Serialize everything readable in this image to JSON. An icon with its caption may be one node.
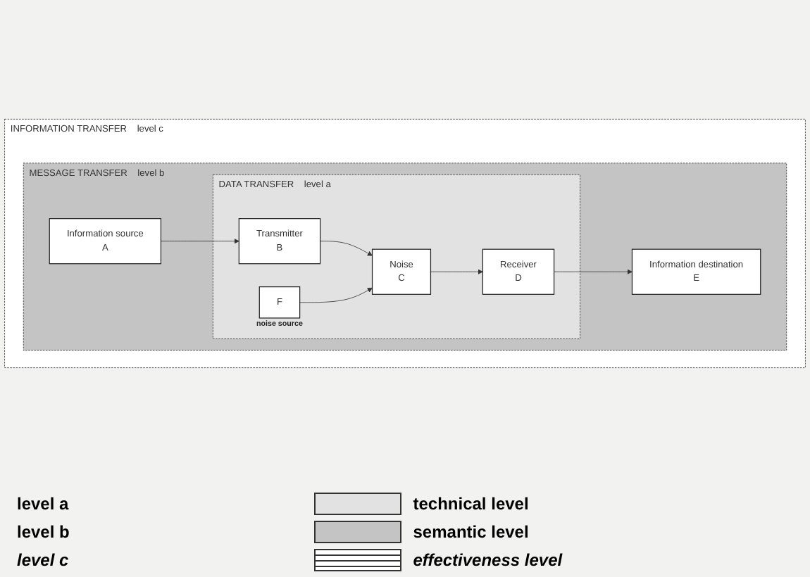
{
  "diagram": {
    "nodes": [
      {
        "text": [
          "INFORMATION TRANSFER",
          "level c"
        ]
      },
      {
        "text": [
          "MESSAGE TRANSFER",
          "level b"
        ],
        "in": 0
      },
      {
        "text": [
          "DATA TRANSFER",
          "level a"
        ],
        "in": 1
      },
      {
        "text": [
          "Information source",
          "A"
        ],
        "in": 1
      },
      {
        "text": [
          "Transmitter",
          "B"
        ],
        "in": 2
      },
      {
        "text": [
          "Noise",
          "C"
        ],
        "in": 2
      },
      {
        "text": [
          "Receiver",
          "D"
        ],
        "in": 2
      },
      {
        "text": [
          "Information destination",
          "E"
        ],
        "in": 1
      },
      {
        "text": [
          "F"
        ],
        "beside": [
          "noise source"
        ],
        "in": 2
      }
    ],
    "edges": [
      {
        "from": 3,
        "to": 4,
        "arrow": "to"
      },
      {
        "from": 4,
        "to": 5,
        "arrow": "to"
      },
      {
        "from": 5,
        "to": 6,
        "arrow": "to"
      },
      {
        "from": 6,
        "to": 7,
        "arrow": "to"
      },
      {
        "from": 8,
        "to": 5,
        "arrow": "to"
      }
    ],
    "labels": [
      "level a",
      "level b",
      "level c"
    ],
    "legend": [
      {
        "text": "technical level"
      },
      {
        "text": "semantic level"
      },
      {
        "text": "effectiveness level"
      }
    ]
  }
}
